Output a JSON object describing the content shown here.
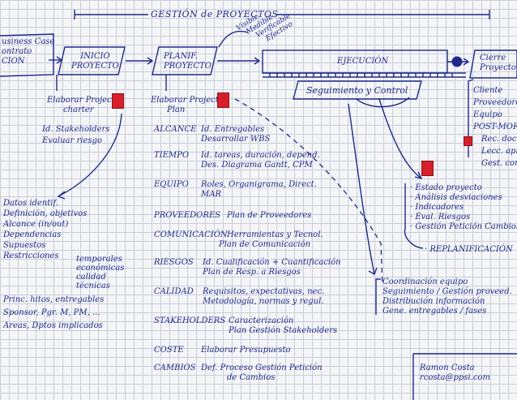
{
  "title": "GESTIÓN de PROYECTOS",
  "top_left": [
    "usiness Case",
    "ontrato",
    "CION"
  ],
  "phases": {
    "inicio": [
      "INICIO",
      "PROYECTO"
    ],
    "planif": [
      "PLANIF.",
      "PROYECTO"
    ],
    "ejecucion": "EJECUCIÓN",
    "cierre": [
      "Cierre",
      "Proyecto"
    ],
    "seguimiento": "Seguimiento y Control"
  },
  "diag_note": [
    "Visible",
    "Medible",
    "Verificable",
    "Efectivo"
  ],
  "inicio_tasks": {
    "t1": [
      "Elaborar Project",
      "charter"
    ],
    "t2": "Id. Stakeholders",
    "t3": "Evaluar riesgo"
  },
  "charter_details": [
    "Datos identif.",
    "Definición, objetivos",
    "Alcance (in/out)",
    "Dependencias",
    "Supuestos",
    "Restricciones",
    "Princ. hitos, entregables",
    "Sponsor, Pgr. M, PM, ...",
    "Areas, Dptos implicados"
  ],
  "restr_detail": [
    "temporales",
    "económicas",
    "calidad",
    "técnicas"
  ],
  "planif_head": [
    "Elaborar Project",
    "Plan"
  ],
  "planif_items": [
    {
      "key": "ALCANCE",
      "desc": [
        "Id. Entregables",
        "Desarrollar WBS"
      ]
    },
    {
      "key": "TIEMPO",
      "desc": [
        "Id. tareas, duración, depend.",
        "Des. Diagrama Gantt, CPM"
      ]
    },
    {
      "key": "EQUIPO",
      "desc": [
        "Roles, Organigrama, Direct.",
        "MAR"
      ]
    },
    {
      "key": "PROVEEDORES",
      "desc": [
        "Plan de Proveedores"
      ]
    },
    {
      "key": "COMUNICACIÓN",
      "desc": [
        "Herramientas y Tecnol.",
        "Plan de Comunicación"
      ]
    },
    {
      "key": "RIESGOS",
      "desc": [
        "Id. Cualificación + Cuantificación",
        "Plan de Resp. a Riesgos"
      ]
    },
    {
      "key": "CALIDAD",
      "desc": [
        "Requisitos, expectativas, nec.",
        "Metodología, normas y regul."
      ]
    },
    {
      "key": "STAKEHOLDERS",
      "desc": [
        "Caracterización",
        "Plan Gestión Stakeholders"
      ]
    },
    {
      "key": "COSTE",
      "desc": [
        "Elaborar Presupuesto"
      ]
    },
    {
      "key": "CAMBIOS",
      "desc": [
        "Def. Proceso Gestión Petición",
        "de Cambios"
      ]
    }
  ],
  "cierre_items": [
    "Cliente",
    "Proveedores",
    "Equipo",
    "POST-MORTEM",
    "Rec. docum.",
    "Lecc. apren.",
    "Gest. cono."
  ],
  "seguimiento_items": [
    "Estado proyecto",
    "Análisis desviaciones",
    "Indicadores",
    "Eval. Riesgos",
    "Gestión Petición Cambios"
  ],
  "replanificacion": "REPLANIFICACIÓN",
  "ejecucion_items": [
    "Coordinación equipo",
    "Seguimiento / Gestión proveed.",
    "Distribución información",
    "Gene. entregables / fases"
  ],
  "author": [
    "Ramon Costa",
    "rcosta@ppsi.com"
  ],
  "colors": {
    "ink": "#1f2a8c",
    "flag": "#d8202a"
  }
}
